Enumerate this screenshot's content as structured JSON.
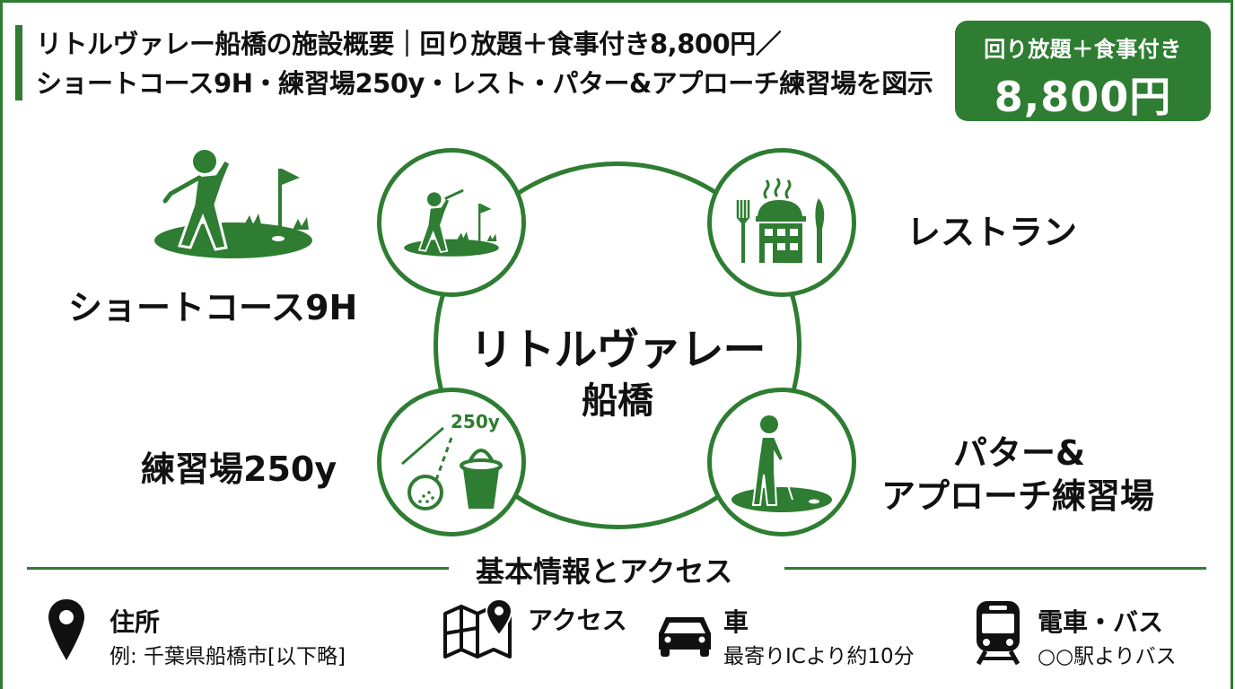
{
  "colors": {
    "accent": "#2e7d32",
    "text": "#111111",
    "background": "#ffffff"
  },
  "header": {
    "title_line1": "リトルヴァレー船橋の施設概要｜回り放題＋食事付き8,800円／",
    "title_line2": "ショートコース9H・練習場250y・レスト・パター&アプローチ練習場を図示"
  },
  "price_badge": {
    "label": "回り放題＋食事付き",
    "price": "8,800円"
  },
  "diagram": {
    "center_name": "リトルヴァレー",
    "center_sub": "船橋",
    "nodes": [
      {
        "label": "ショートコース9H",
        "icon": "golfer-swing-icon"
      },
      {
        "label": "レストラン",
        "icon": "restaurant-icon"
      },
      {
        "label": "練習場250y",
        "icon": "driving-range-icon",
        "icon_text": "250y"
      },
      {
        "label_line1": "パター&",
        "label_line2": "アプローチ練習場",
        "icon": "putting-green-icon"
      }
    ]
  },
  "info": {
    "section_title": "基本情報とアクセス",
    "items": [
      {
        "title": "住所",
        "detail": "例: 千葉県船橋市[以下略]",
        "icon": "map-pin-icon"
      },
      {
        "title": "アクセス",
        "detail": "",
        "icon": "map-icon"
      },
      {
        "title": "車",
        "detail": "最寄りICより約10分",
        "icon": "car-icon"
      },
      {
        "title": "電車・バス",
        "detail": "○○駅よりバス",
        "icon": "train-icon"
      }
    ]
  }
}
